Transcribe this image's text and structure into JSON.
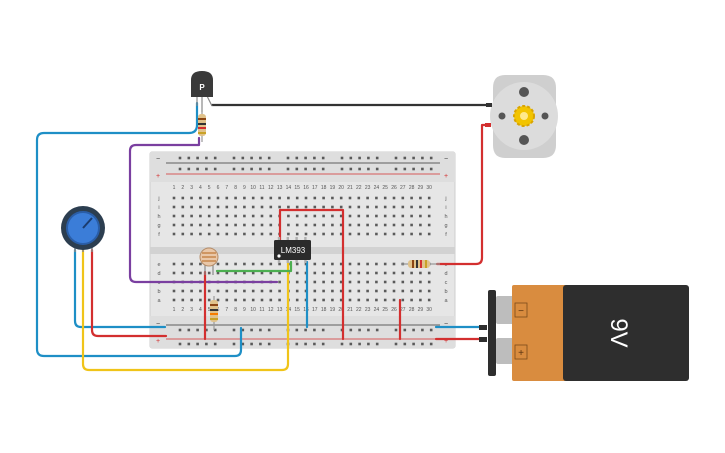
{
  "transistor": {
    "label": "P",
    "type": "PNP"
  },
  "ic": {
    "label": "LM393"
  },
  "battery": {
    "label": "9V",
    "neg_symbol": "−",
    "pos_symbol": "+"
  },
  "motor": {
    "name": "DC motor"
  },
  "breadboard": {
    "column_numbers": [
      "1",
      "2",
      "3",
      "4",
      "5",
      "6",
      "7",
      "8",
      "9",
      "10",
      "11",
      "12",
      "13",
      "14",
      "15",
      "16",
      "17",
      "18",
      "19",
      "20",
      "21",
      "22",
      "23",
      "24",
      "25",
      "26",
      "27",
      "28",
      "29",
      "30"
    ],
    "row_letters_top": [
      "j",
      "i",
      "h",
      "g",
      "f"
    ],
    "row_letters_bottom": [
      "e",
      "d",
      "c",
      "b",
      "a"
    ],
    "rail_minus": "−",
    "rail_plus": "+"
  },
  "colors": {
    "wire_red": "#d32f2f",
    "wire_blue": "#1e8fc6",
    "wire_purple": "#7a3fa0",
    "wire_green": "#4caf50",
    "wire_yellow": "#f0c419",
    "wire_black": "#333333",
    "battery_body": "#d98c3f",
    "battery_cap": "#2e2e2e",
    "breadboard": "#e4e4e4",
    "pot_knob": "#3b7dd8"
  }
}
